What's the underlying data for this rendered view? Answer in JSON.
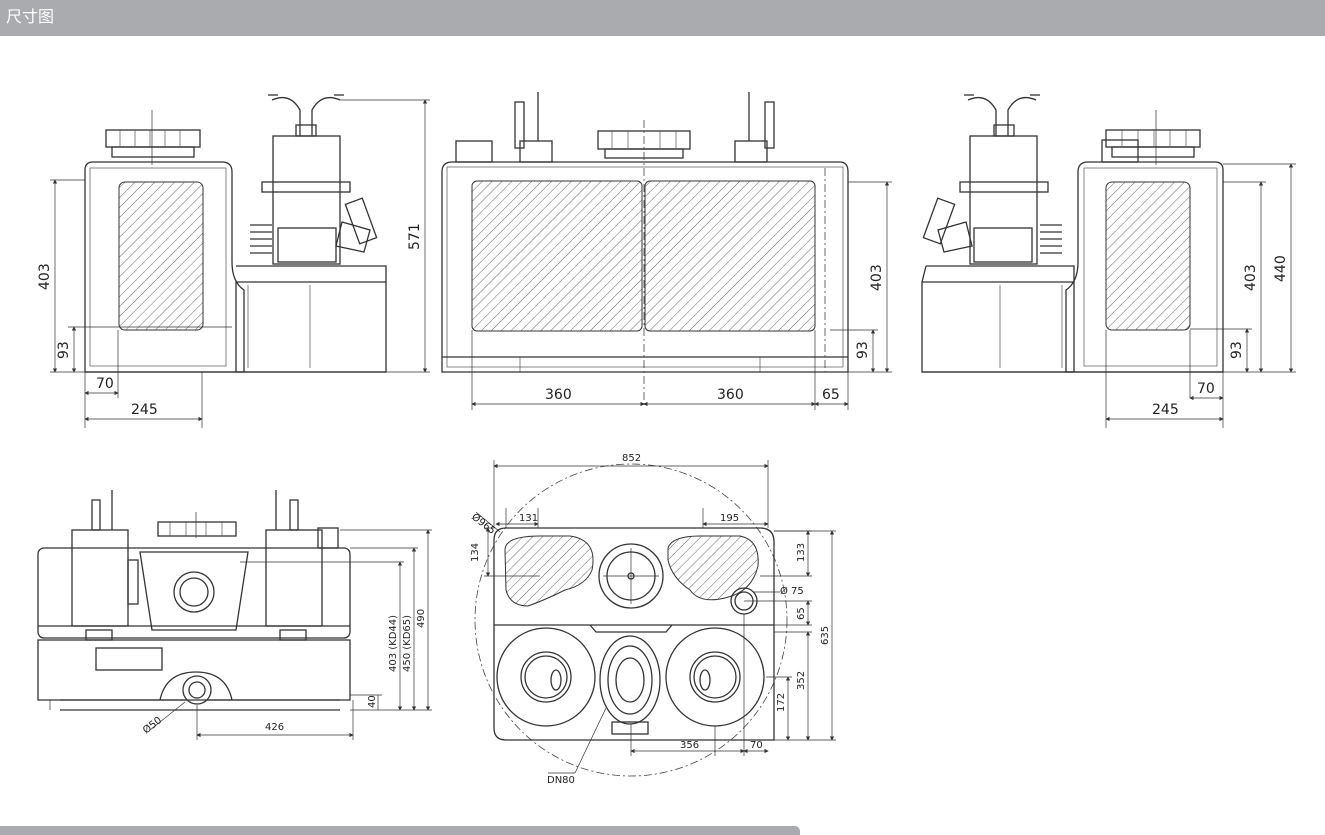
{
  "header": {
    "title": "尺寸图"
  },
  "colors": {
    "header_bg": "#a9abae",
    "line": "#333333",
    "background": "#ffffff"
  },
  "views": {
    "side_left": {
      "d245": "245",
      "d70": "70",
      "d93": "93",
      "d403": "403",
      "d571": "571"
    },
    "front": {
      "d360a": "360",
      "d360b": "360",
      "d65": "65",
      "d403": "403",
      "d93": "93"
    },
    "side_right": {
      "d245": "245",
      "d70": "70",
      "d93": "93",
      "d403": "403",
      "d440": "440"
    },
    "rear": {
      "d50": "Ø50",
      "d426": "426",
      "d40": "40",
      "d403": "403 (KD44)",
      "d450": "450 (KD65)",
      "d490": "490"
    },
    "top": {
      "d852": "852",
      "d965": "Ø965",
      "d131": "131",
      "d195": "195",
      "d134": "134",
      "d133": "133",
      "d75": "Ø 75",
      "d65": "65",
      "d635": "635",
      "d352": "352",
      "d172": "172",
      "d356": "356",
      "d70": "70",
      "dn80": "DN80"
    }
  }
}
